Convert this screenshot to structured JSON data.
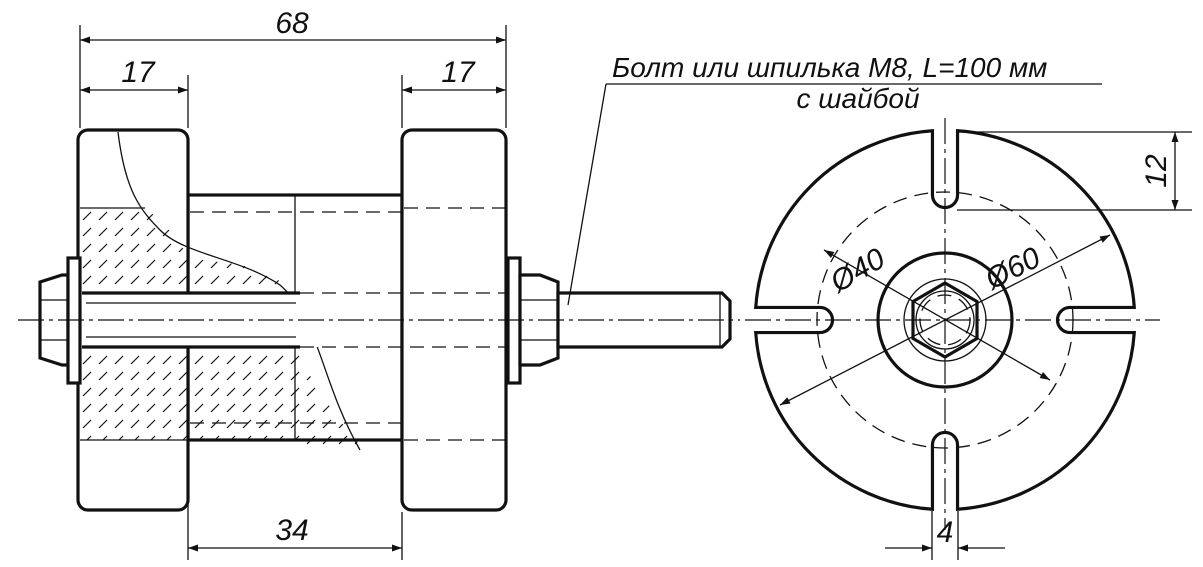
{
  "dimensions": {
    "overall_length": "68",
    "left_flange": "17",
    "right_flange": "17",
    "hub_length": "34",
    "slot_depth": "12",
    "slot_width": "4",
    "inner_diameter": "Ø40",
    "outer_diameter": "Ø60"
  },
  "callout": {
    "line1": "Болт или шпилька М8, L=100 мм",
    "line2": "с шайбой"
  },
  "colors": {
    "ink": "#111111",
    "paper": "#ffffff"
  }
}
